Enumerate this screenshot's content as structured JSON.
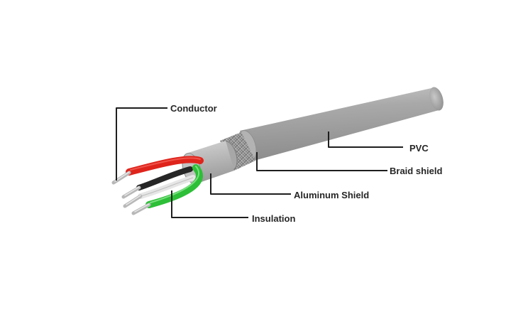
{
  "labels": {
    "conductor": "Conductor",
    "pvc": "PVC",
    "braid_shield": "Braid shield",
    "aluminum_shield": "Aluminum Shield",
    "insulation": "Insulation"
  },
  "colors": {
    "background": "#ffffff",
    "jacket": "#a3a3a3",
    "jacket_dark": "#8a8a8a",
    "jacket_light": "#c4c4c4",
    "braid": "#7c7c7c",
    "aluminum": "#b9b9b9",
    "wire_red": "#e0241c",
    "wire_green": "#2fc33a",
    "wire_black": "#2a2a2a",
    "wire_white": "#e9e9e9",
    "conductor_metal": "#bdbdbd",
    "leader_line": "#1e1e1e",
    "text": "#262626"
  }
}
